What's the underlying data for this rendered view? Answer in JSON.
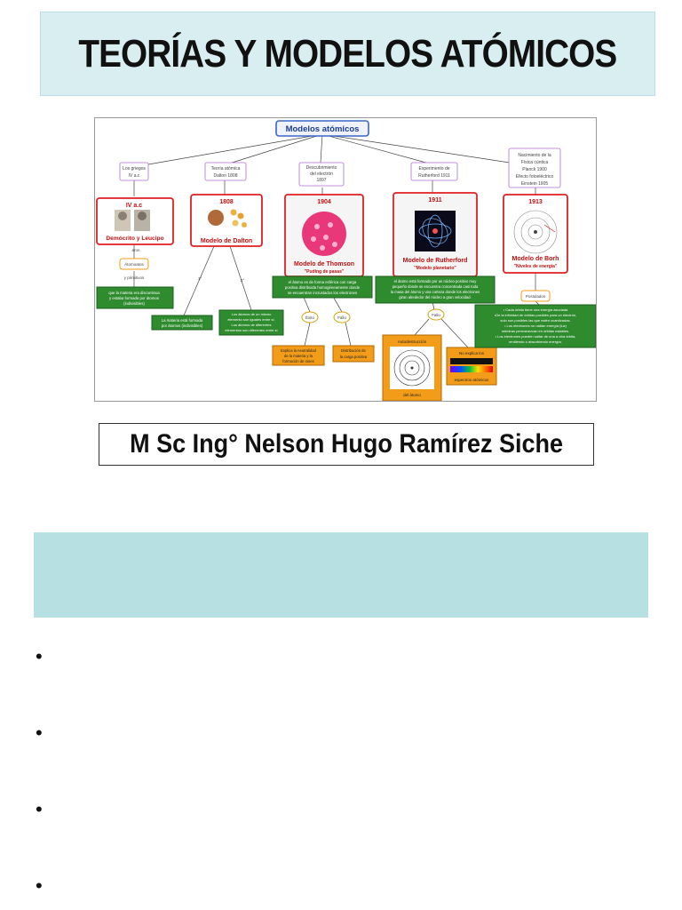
{
  "slide": {
    "title": "TEORÍAS Y MODELOS ATÓMICOS",
    "author": "M Sc Ing° Nelson Hugo Ramírez Siche",
    "bullets": [
      "•",
      "•",
      "•",
      "•"
    ]
  },
  "concept_map": {
    "root": "Modelos atómicos",
    "branches": [
      {
        "label": "Los griegos IV a.c",
        "lines": [
          "Los griegos",
          "IV a.c"
        ],
        "year": "IV a.c",
        "model": "Demócrito y Leucipo"
      },
      {
        "label": "Teoría atómica Dalton 1808",
        "lines": [
          "Teoría atómica",
          "Dalton 1808"
        ],
        "year": "1808",
        "model": "Modelo de Dalton"
      },
      {
        "label": "Descubrimiento del electrón 1897",
        "lines": [
          "Descubrimiento",
          "del electrón",
          "1897"
        ],
        "year": "1904",
        "model": "Modelo de Thomson",
        "subtitle": "\"Puding de pasas\""
      },
      {
        "label": "Experimento de Rutherford 1911",
        "lines": [
          "Experimento de",
          "Rutherford 1911"
        ],
        "year": "1911",
        "model": "Modelo de Rutherford",
        "subtitle": "\"Modelo planetario\""
      },
      {
        "label": "Nacimiento de la física cúntica Planck 1900 Efecto fotoeléctrico Einstein 1905",
        "lines": [
          "Nacimiento de la",
          "Física cúntica",
          "Planck 1900",
          "Efecto fotoeléctrico",
          "Einstein 1905"
        ],
        "year": "1913",
        "model": "Modelo de Borh",
        "subtitle": "\"Niveles de energía\""
      }
    ],
    "details": {
      "democrito_link": "aron",
      "democrito_node": "Átomoatos",
      "democrito_link2": "y primitivos",
      "democrito_text": [
        "que la materia era discontinua",
        "y estaba formada por átomos",
        "(indivisibles)"
      ],
      "dalton_link1": "1°",
      "dalton_link2": "2°",
      "dalton_text1": [
        "La materia está formada",
        "por átomos (indivisibles)"
      ],
      "dalton_text2": [
        "Los átomos de un mismo",
        "elemento son iguales entre sí.",
        "Los átomos de diferentes",
        "elementos son diferentes entre sí"
      ],
      "thomson_text": [
        "el átomo es de forma esférica con carga",
        "positiva distribuida homogéneamente donde",
        "se encuentran incrustados los electrones"
      ],
      "thomson_ok": "Éxito",
      "thomson_fail": "Fallo",
      "thomson_ok_text": [
        "Explica la neutralidad",
        "de la materia y la",
        "formación de iones"
      ],
      "thomson_fail_text": [
        "Distribución de",
        "la carga positiva"
      ],
      "rutherford_text": [
        "el átomo está formado por un núcleo positivo muy",
        "pequeño donde se encuentra concentrada casi toda",
        "la masa del átomo y una corteza donde los electrones",
        "giran alrededor del núcleo a gran velocidad."
      ],
      "rutherford_fail": "Fallo",
      "rutherford_box_top": "Autodestrucción",
      "rutherford_box_bottom": "del átomo",
      "rutherford_box2_top": "No explica los",
      "rutherford_box2_bottom": "espectros atómicos",
      "bohr_link": "Postulados",
      "bohr_text": [
        "• Cada órbita tiene una energía asociada",
        "•De la infinidad de órbitas posibles para un electrón,",
        "solo son posibles las que estén cuantizadas.",
        "• Los electrones no radian energía (luz)",
        "mientras permanezcan en órbitas estables.",
        "• Los electrones pueden saltar de una a otra órbita,",
        "emitiendo o absorbiendo energía."
      ]
    }
  },
  "colors": {
    "title_bg": "#d9eef1",
    "band_bg": "#b7e0e3",
    "node_red": "#e02020",
    "node_purple": "#b070d0",
    "node_green": "#2e8b2e",
    "node_orange": "#f39c1a",
    "root_blue": "#3a66c8"
  }
}
